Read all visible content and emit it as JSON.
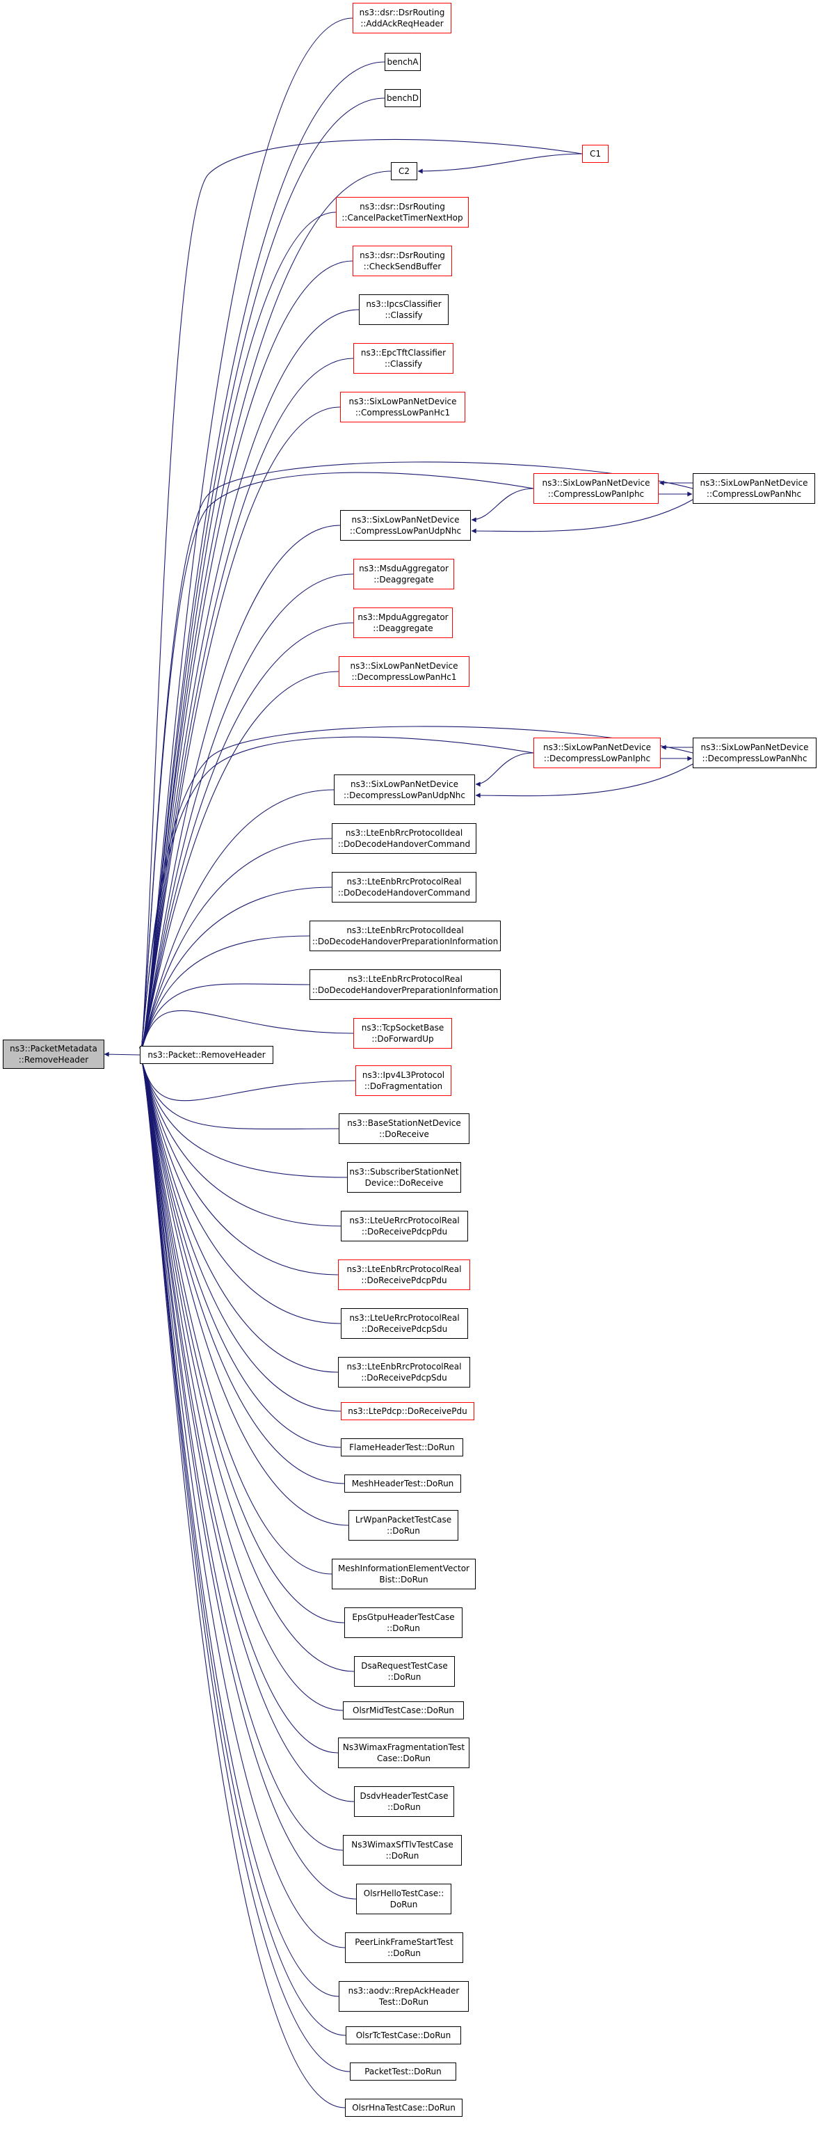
{
  "colors": {
    "edge": "#191970",
    "node_border": "#000000",
    "node_border_red": "#ff0000",
    "root_fill": "#bfbfbf"
  },
  "root": {
    "id": "root",
    "lines": [
      "ns3::PacketMetadata",
      "::RemoveHeader"
    ]
  },
  "center": {
    "id": "center",
    "lines": [
      "ns3::Packet::RemoveHeader"
    ]
  },
  "callers": [
    {
      "id": "c0",
      "lines": [
        "ns3::dsr::DsrRouting",
        "::AddAckReqHeader"
      ],
      "red": true
    },
    {
      "id": "c1",
      "lines": [
        "benchA"
      ],
      "red": false
    },
    {
      "id": "c2",
      "lines": [
        "benchD"
      ],
      "red": false
    },
    {
      "id": "c3",
      "lines": [
        "C2"
      ],
      "red": false
    },
    {
      "id": "c4",
      "lines": [
        "ns3::dsr::DsrRouting",
        "::CancelPacketTimerNextHop"
      ],
      "red": true
    },
    {
      "id": "c5",
      "lines": [
        "ns3::dsr::DsrRouting",
        "::CheckSendBuffer"
      ],
      "red": true
    },
    {
      "id": "c6",
      "lines": [
        "ns3::IpcsClassifier",
        "::Classify"
      ],
      "red": false
    },
    {
      "id": "c7",
      "lines": [
        "ns3::EpcTftClassifier",
        "::Classify"
      ],
      "red": true
    },
    {
      "id": "c8",
      "lines": [
        "ns3::SixLowPanNetDevice",
        "::CompressLowPanHc1"
      ],
      "red": true
    },
    {
      "id": "c9",
      "lines": [
        "ns3::SixLowPanNetDevice",
        "::CompressLowPanUdpNhc"
      ],
      "red": false
    },
    {
      "id": "c10",
      "lines": [
        "ns3::MsduAggregator",
        "::Deaggregate"
      ],
      "red": true
    },
    {
      "id": "c11",
      "lines": [
        "ns3::MpduAggregator",
        "::Deaggregate"
      ],
      "red": true
    },
    {
      "id": "c12",
      "lines": [
        "ns3::SixLowPanNetDevice",
        "::DecompressLowPanHc1"
      ],
      "red": true
    },
    {
      "id": "c13",
      "lines": [
        "ns3::SixLowPanNetDevice",
        "::DecompressLowPanUdpNhc"
      ],
      "red": false
    },
    {
      "id": "c14",
      "lines": [
        "ns3::LteEnbRrcProtocolIdeal",
        "::DoDecodeHandoverCommand"
      ],
      "red": false
    },
    {
      "id": "c15",
      "lines": [
        "ns3::LteEnbRrcProtocolReal",
        "::DoDecodeHandoverCommand"
      ],
      "red": false
    },
    {
      "id": "c16",
      "lines": [
        "ns3::LteEnbRrcProtocolIdeal",
        "::DoDecodeHandoverPreparationInformation"
      ],
      "red": false
    },
    {
      "id": "c17",
      "lines": [
        "ns3::LteEnbRrcProtocolReal",
        "::DoDecodeHandoverPreparationInformation"
      ],
      "red": false
    },
    {
      "id": "c18",
      "lines": [
        "ns3::TcpSocketBase",
        "::DoForwardUp"
      ],
      "red": true
    },
    {
      "id": "c19",
      "lines": [
        "ns3::Ipv4L3Protocol",
        "::DoFragmentation"
      ],
      "red": true
    },
    {
      "id": "c20",
      "lines": [
        "ns3::BaseStationNetDevice",
        "::DoReceive"
      ],
      "red": false
    },
    {
      "id": "c21",
      "lines": [
        "ns3::SubscriberStationNet",
        "Device::DoReceive"
      ],
      "red": false
    },
    {
      "id": "c22",
      "lines": [
        "ns3::LteUeRrcProtocolReal",
        "::DoReceivePdcpPdu"
      ],
      "red": false
    },
    {
      "id": "c23",
      "lines": [
        "ns3::LteEnbRrcProtocolReal",
        "::DoReceivePdcpPdu"
      ],
      "red": true
    },
    {
      "id": "c24",
      "lines": [
        "ns3::LteUeRrcProtocolReal",
        "::DoReceivePdcpSdu"
      ],
      "red": false
    },
    {
      "id": "c25",
      "lines": [
        "ns3::LteEnbRrcProtocolReal",
        "::DoReceivePdcpSdu"
      ],
      "red": false
    },
    {
      "id": "c26",
      "lines": [
        "ns3::LtePdcp::DoReceivePdu"
      ],
      "red": true
    },
    {
      "id": "c27",
      "lines": [
        "FlameHeaderTest::DoRun"
      ],
      "red": false
    },
    {
      "id": "c28",
      "lines": [
        "MeshHeaderTest::DoRun"
      ],
      "red": false
    },
    {
      "id": "c29",
      "lines": [
        "LrWpanPacketTestCase",
        "::DoRun"
      ],
      "red": false
    },
    {
      "id": "c30",
      "lines": [
        "MeshInformationElementVector",
        "Bist::DoRun"
      ],
      "red": false
    },
    {
      "id": "c31",
      "lines": [
        "EpsGtpuHeaderTestCase",
        "::DoRun"
      ],
      "red": false
    },
    {
      "id": "c32",
      "lines": [
        "DsaRequestTestCase",
        "::DoRun"
      ],
      "red": false
    },
    {
      "id": "c33",
      "lines": [
        "OlsrMidTestCase::DoRun"
      ],
      "red": false
    },
    {
      "id": "c34",
      "lines": [
        "Ns3WimaxFragmentationTest",
        "Case::DoRun"
      ],
      "red": false
    },
    {
      "id": "c35",
      "lines": [
        "DsdvHeaderTestCase",
        "::DoRun"
      ],
      "red": false
    },
    {
      "id": "c36",
      "lines": [
        "Ns3WimaxSfTlvTestCase",
        "::DoRun"
      ],
      "red": false
    },
    {
      "id": "c37",
      "lines": [
        "OlsrHelloTestCase::",
        "DoRun"
      ],
      "red": false
    },
    {
      "id": "c38",
      "lines": [
        "PeerLinkFrameStartTest",
        "::DoRun"
      ],
      "red": false
    },
    {
      "id": "c39",
      "lines": [
        "ns3::aodv::RrepAckHeader",
        "Test::DoRun"
      ],
      "red": false
    },
    {
      "id": "c40",
      "lines": [
        "OlsrTcTestCase::DoRun"
      ],
      "red": false
    },
    {
      "id": "c41",
      "lines": [
        "PacketTest::DoRun"
      ],
      "red": false
    },
    {
      "id": "c42",
      "lines": [
        "OlsrHnaTestCase::DoRun"
      ],
      "red": false
    }
  ],
  "mid": [
    {
      "id": "m0",
      "lines": [
        "ns3::SixLowPanNetDevice",
        "::CompressLowPanIphc"
      ],
      "red": true
    },
    {
      "id": "m1",
      "lines": [
        "ns3::SixLowPanNetDevice",
        "::DecompressLowPanIphc"
      ],
      "red": true
    }
  ],
  "far": [
    {
      "id": "f0",
      "lines": [
        "C1"
      ],
      "red": true
    },
    {
      "id": "f1",
      "lines": [
        "ns3::SixLowPanNetDevice",
        "::CompressLowPanNhc"
      ],
      "red": false
    },
    {
      "id": "f2",
      "lines": [
        "ns3::SixLowPanNetDevice",
        "::DecompressLowPanNhc"
      ],
      "red": false
    }
  ]
}
